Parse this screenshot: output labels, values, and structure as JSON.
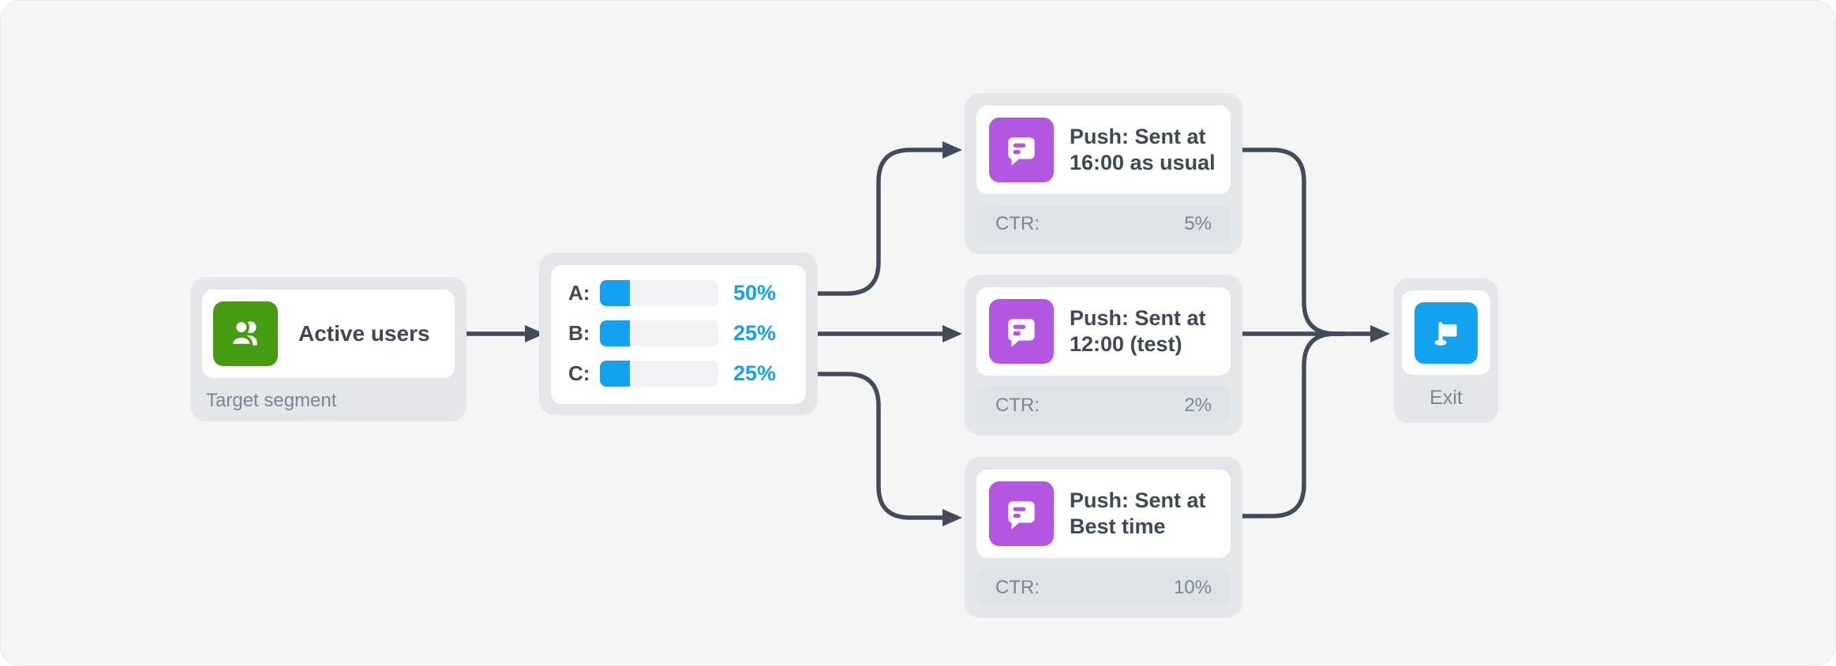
{
  "flow": {
    "segment": {
      "name": "Active users",
      "caption": "Target segment",
      "icon": "users-icon"
    },
    "split": {
      "branches": [
        {
          "label": "A:",
          "percent": "50%",
          "bar_fill": 25
        },
        {
          "label": "B:",
          "percent": "25%",
          "bar_fill": 25
        },
        {
          "label": "C:",
          "percent": "25%",
          "bar_fill": 25
        }
      ]
    },
    "pushes": [
      {
        "title": "Push: Sent at 16:00 as usual",
        "icon": "push-message-icon",
        "metric_label": "CTR:",
        "metric_value": "5%"
      },
      {
        "title": "Push: Sent at 12:00 (test)",
        "icon": "push-message-icon",
        "metric_label": "CTR:",
        "metric_value": "2%"
      },
      {
        "title": "Push: Sent at Best time",
        "icon": "push-message-icon",
        "metric_label": "CTR:",
        "metric_value": "10%"
      }
    ],
    "exit": {
      "label": "Exit",
      "icon": "flag-icon"
    }
  },
  "colors": {
    "segment_icon": "#469c10",
    "push_icon": "#b357e3",
    "exit_icon": "#12a2f0",
    "accent_blue": "#12a2f0",
    "wire": "#414b5a",
    "node_bg": "#e3e7ea",
    "canvas_bg": "#f5f5f6"
  }
}
